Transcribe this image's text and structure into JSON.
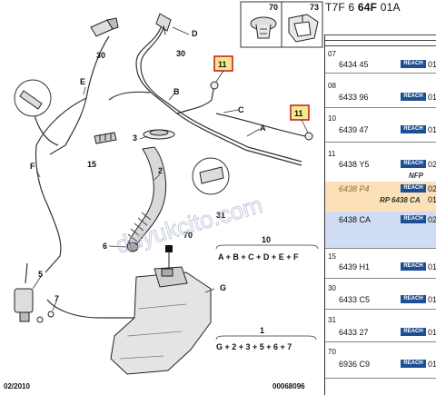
{
  "header": {
    "code_prefix": "T7F 6 ",
    "code_bold": "64F",
    "code_suffix": " 01A"
  },
  "diagram": {
    "callouts": {
      "c30a": "30",
      "c30b": "30",
      "cD": "D",
      "cE": "E",
      "cB": "B",
      "c11a": "11",
      "c11b": "11",
      "cC": "C",
      "cA": "A",
      "c3": "3",
      "c15": "15",
      "cF": "F",
      "c2": "2",
      "c31": "31",
      "c70": "70",
      "c6": "6",
      "c10": "10",
      "cG": "G",
      "c5": "5",
      "c7": "7",
      "c1": "1"
    },
    "formula_10": "A + B + C + D + E + F",
    "formula_1": "G + 2 + 3 + 5 + 6 + 7",
    "inset_labels": {
      "left": "70",
      "right": "73"
    },
    "footer_left": "02/2010",
    "footer_right": "00068096",
    "watermark": "duyukcito.com"
  },
  "references": [
    {
      "num": "07",
      "code": "6434 45",
      "badge": "REACH",
      "qty": "01"
    },
    {
      "num": "08",
      "code": "6433 96",
      "badge": "REACH",
      "qty": "01"
    },
    {
      "num": "10",
      "code": "6439 47",
      "badge": "REACH",
      "qty": "01"
    },
    {
      "num": "11",
      "code": "6438 Y5",
      "badge": "REACH",
      "qty": "02",
      "note": "NFP"
    },
    {
      "num": "",
      "code": "6438 P4",
      "badge": "REACH",
      "qty": "02",
      "note": "RP 6438 CA",
      "note_qty": "01",
      "style": "orange"
    },
    {
      "num": "",
      "code": "6438 CA",
      "badge": "REACH",
      "qty": "02",
      "style": "blue"
    },
    {
      "num": "15",
      "code": "6439 H1",
      "badge": "REACH",
      "qty": "01"
    },
    {
      "num": "30",
      "code": "6433 C5",
      "badge": "REACH",
      "qty": "01"
    },
    {
      "num": "31",
      "code": "6433 27",
      "badge": "REACH",
      "qty": "01"
    },
    {
      "num": "70",
      "code": "6936 C9",
      "badge": "REACH",
      "qty": "01"
    }
  ],
  "colors": {
    "reach_badge": "#1e4f94",
    "highlight_orange": "#fbe0b8",
    "highlight_blue": "#cfdcf3",
    "callout_box": "#cc2222",
    "callout_fill": "#f3e98f"
  }
}
